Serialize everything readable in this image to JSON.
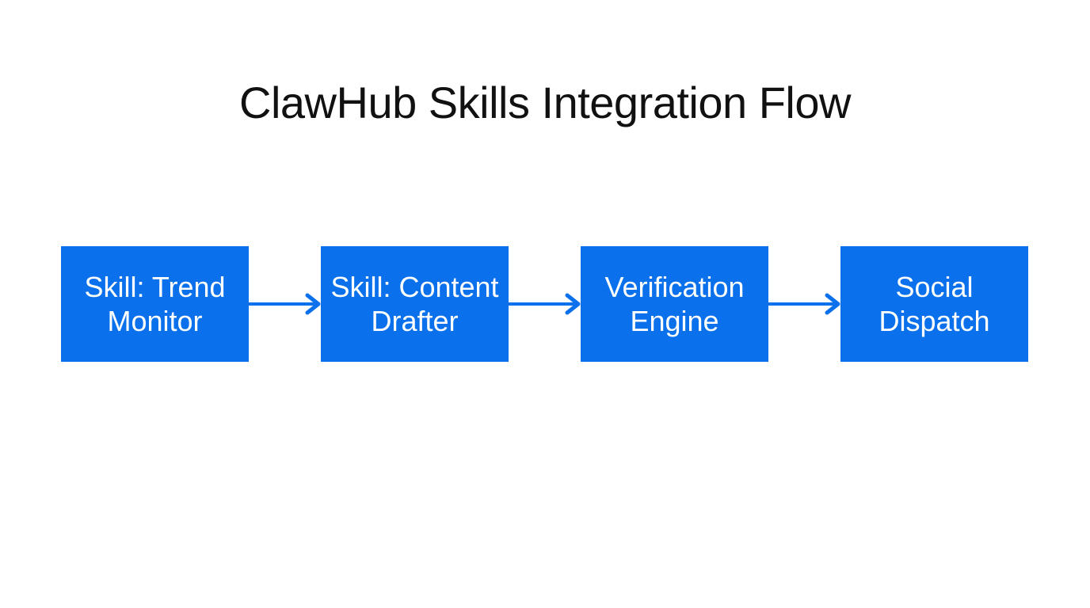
{
  "title": "ClawHub Skills Integration Flow",
  "colors": {
    "background": "#ffffff",
    "title_text": "#111111",
    "node_fill": "#0b70ec",
    "node_text": "#ffffff",
    "arrow": "#0b70ec"
  },
  "diagram": {
    "type": "flowchart",
    "direction": "left-to-right",
    "nodes": [
      {
        "id": "trend-monitor",
        "label": "Skill: Trend Monitor",
        "line1": "Skill: Trend",
        "line2": "Monitor"
      },
      {
        "id": "content-drafter",
        "label": "Skill: Content Drafter",
        "line1": "Skill: Content",
        "line2": "Drafter"
      },
      {
        "id": "verification-engine",
        "label": "Verification Engine",
        "line1": "Verification",
        "line2": "Engine"
      },
      {
        "id": "social-dispatch",
        "label": "Social Dispatch",
        "line1": "Social",
        "line2": "Dispatch"
      }
    ],
    "edges": [
      {
        "from": "trend-monitor",
        "to": "content-drafter"
      },
      {
        "from": "content-drafter",
        "to": "verification-engine"
      },
      {
        "from": "verification-engine",
        "to": "social-dispatch"
      }
    ]
  }
}
